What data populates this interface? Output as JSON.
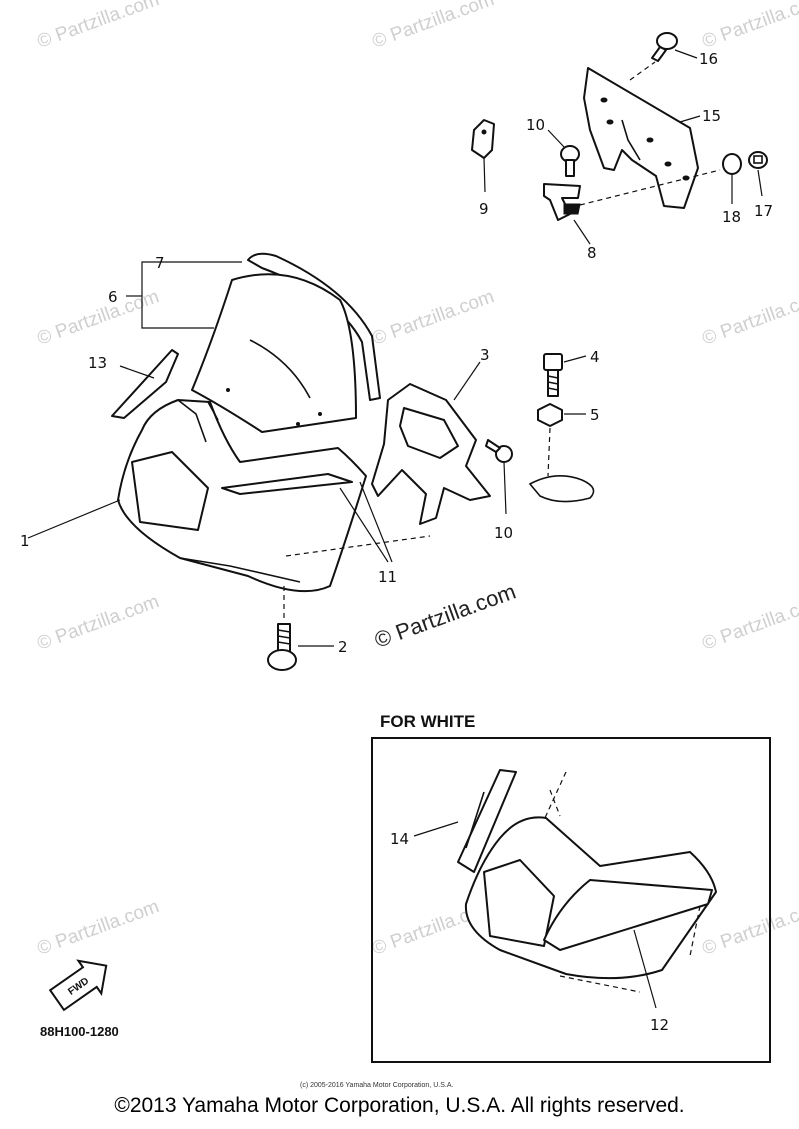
{
  "watermark_text": "© Partzilla.com",
  "panel_title": "FOR WHITE",
  "reference_code": "88H100-1280",
  "fwd_label": "FWD",
  "small_copyright": "(c) 2005-2016 Yamaha Motor Corporation, U.S.A.",
  "footer_copyright": "©2013 Yamaha Motor Corporation, U.S.A. All rights reserved.",
  "callouts": {
    "c1": "1",
    "c2": "2",
    "c3": "3",
    "c4": "4",
    "c5": "5",
    "c6": "6",
    "c7": "7",
    "c8": "8",
    "c9": "9",
    "c10a": "10",
    "c10b": "10",
    "c11": "11",
    "c12": "12",
    "c13": "13",
    "c14": "14",
    "c15": "15",
    "c16": "16",
    "c17": "17",
    "c18": "18"
  }
}
